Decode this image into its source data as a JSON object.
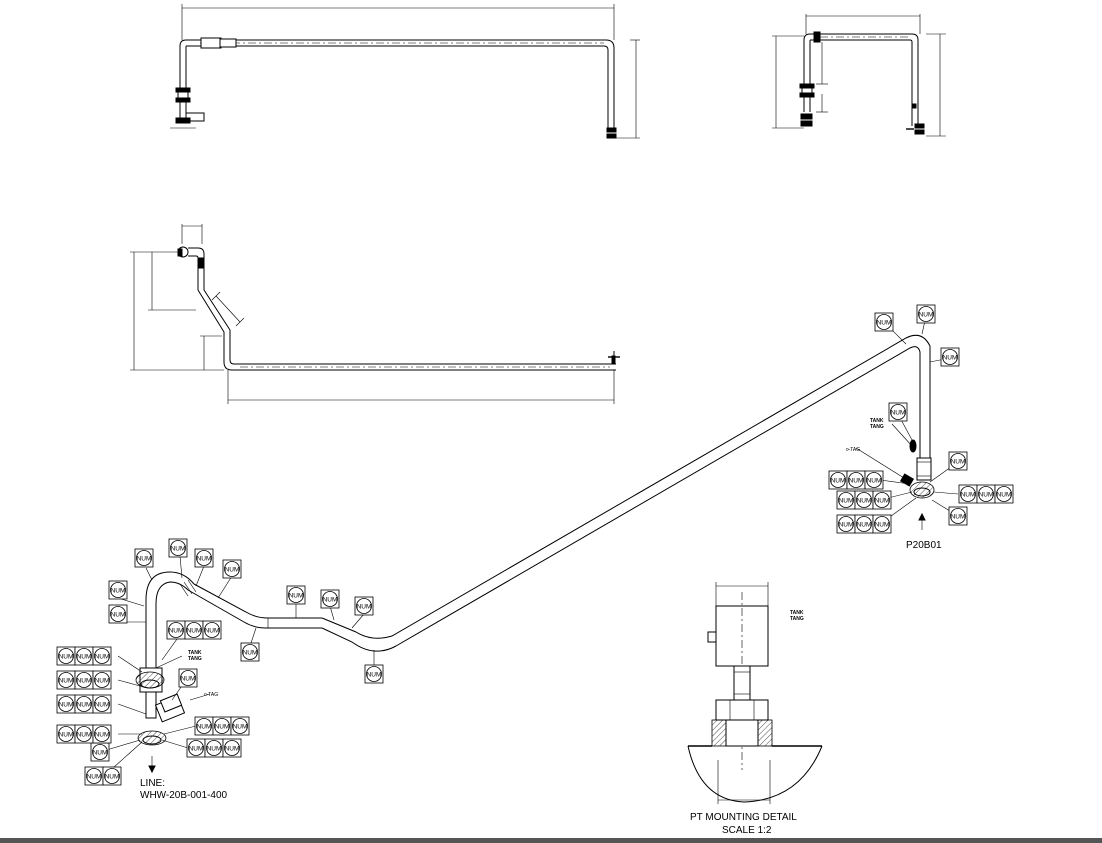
{
  "drawing": {
    "bubble_label": "NUM",
    "tag_label": "TAG",
    "tag_arrow_label": "⊳TAG",
    "tank_labels": [
      "TANK",
      "TANG"
    ],
    "line_label_1": "LINE:",
    "line_label_2": "WHW-20B-001-400",
    "equipment_label": "P20B01",
    "detail_title": "PT MOUNTING DETAIL",
    "detail_scale": "SCALE 1:2"
  },
  "colors": {
    "line": "#000000",
    "background": "#ffffff",
    "status_bar": "#555555"
  }
}
